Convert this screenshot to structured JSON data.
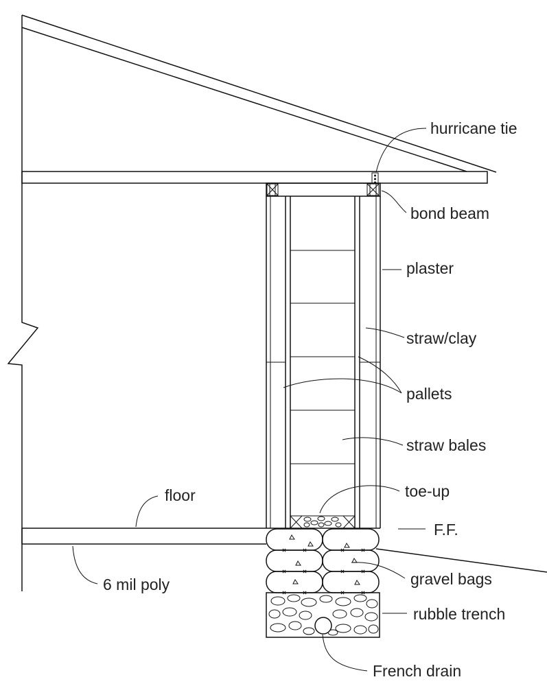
{
  "labels": {
    "hurricane_tie": "hurricane tie",
    "bond_beam": "bond beam",
    "plaster": "plaster",
    "straw_clay": "straw/clay",
    "pallets": "pallets",
    "straw_bales": "straw bales",
    "toe_up": "toe-up",
    "floor": "floor",
    "ff": "F.F.",
    "poly": "6 mil poly",
    "gravel_bags": "gravel bags",
    "rubble_trench": "rubble trench",
    "french_drain": "French drain"
  }
}
